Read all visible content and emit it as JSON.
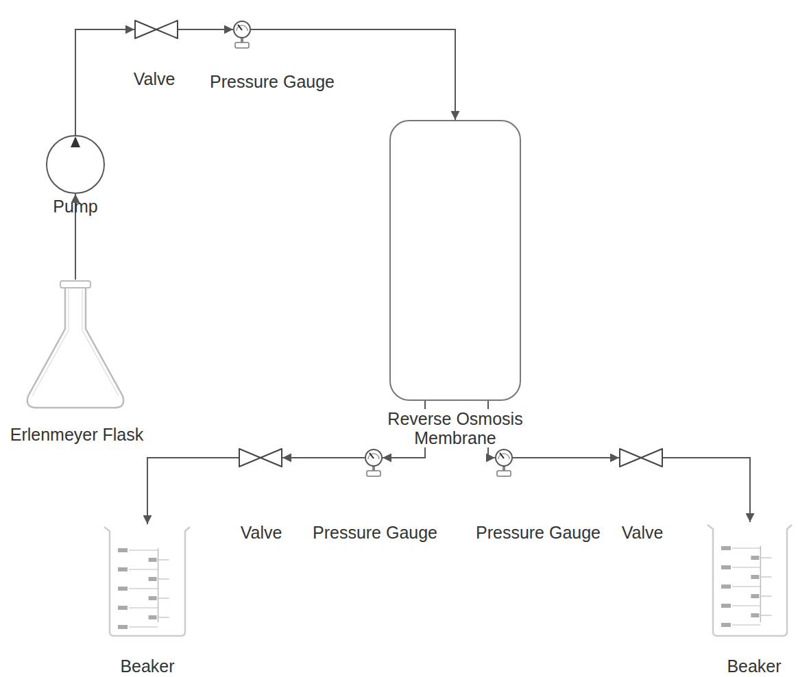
{
  "diagram": {
    "nodes": [
      {
        "text": [
          "Erlenmeyer Flask"
        ]
      },
      {
        "text": [
          "Pump"
        ]
      },
      {
        "text": [
          "Valve"
        ]
      },
      {
        "text": [
          "Pressure Gauge"
        ]
      },
      {
        "text": [
          "Reverse Osmosis Membrane"
        ]
      },
      {
        "text": [
          "Pressure Gauge"
        ]
      },
      {
        "text": [
          "Valve"
        ]
      },
      {
        "text": [
          "Beaker"
        ]
      },
      {
        "text": [
          "Pressure Gauge"
        ]
      },
      {
        "text": [
          "Valve"
        ]
      },
      {
        "text": [
          "Beaker"
        ]
      }
    ],
    "edges": [
      {
        "from": 0,
        "to": 1,
        "arrow": "to"
      },
      {
        "from": 1,
        "to": 2,
        "arrow": "to"
      },
      {
        "from": 2,
        "to": 3,
        "arrow": "to"
      },
      {
        "from": 3,
        "to": 4,
        "arrow": "to"
      },
      {
        "from": 4,
        "to": 5,
        "arrow": "to"
      },
      {
        "from": 5,
        "to": 6,
        "arrow": "to"
      },
      {
        "from": 6,
        "to": 7,
        "arrow": "to"
      },
      {
        "from": 4,
        "to": 8,
        "arrow": "to"
      },
      {
        "from": 8,
        "to": 9,
        "arrow": "to"
      },
      {
        "from": 9,
        "to": 10,
        "arrow": "to"
      }
    ]
  }
}
